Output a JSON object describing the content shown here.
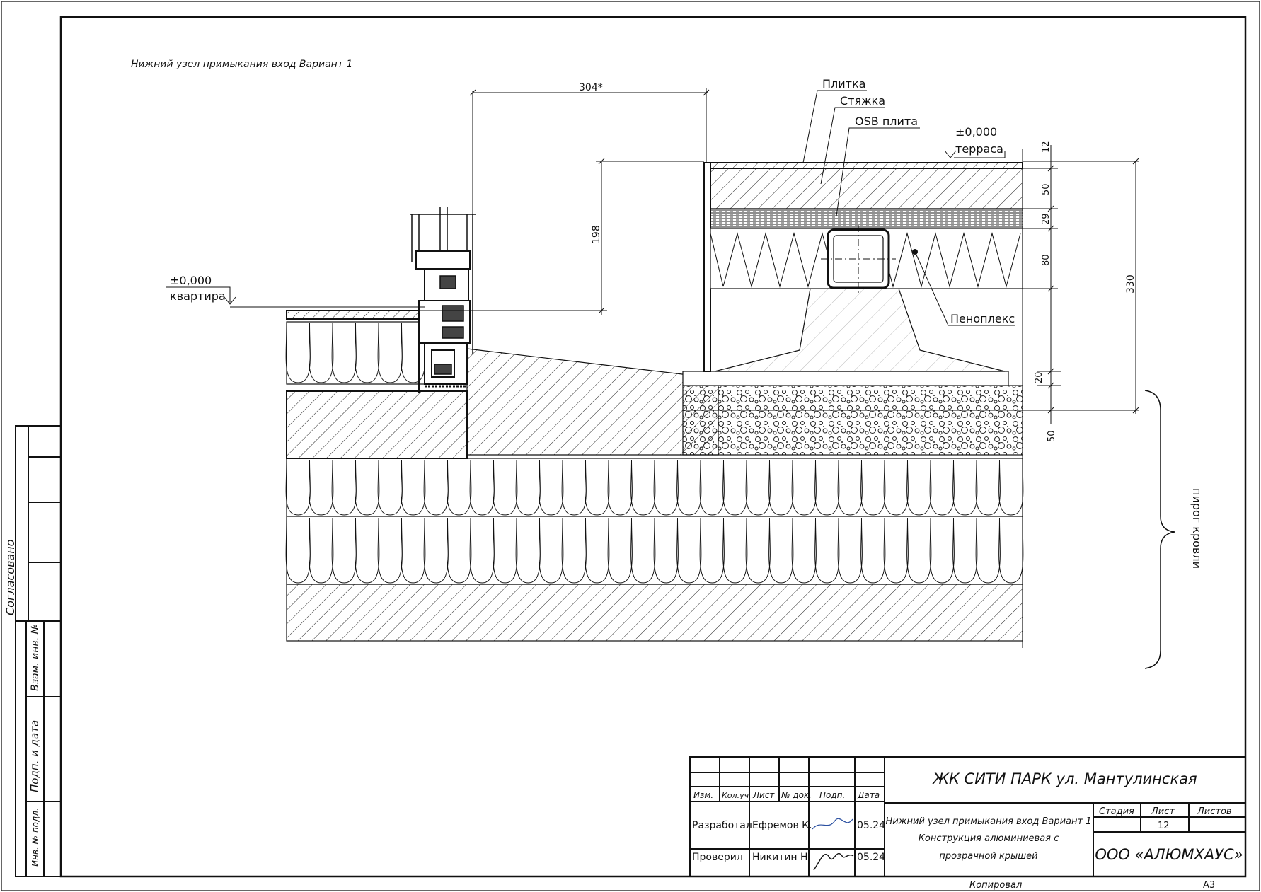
{
  "drawing": {
    "title": "Нижний узел примыкания вход Вариант 1",
    "dim_top": "304*",
    "dim_198": "198",
    "dim_330": "330",
    "dim_12": "12",
    "dim_50a": "50",
    "dim_29": "29",
    "dim_80": "80",
    "dim_20": "20",
    "dim_50b": "50",
    "level_left_value": "±0,000",
    "level_left_name": "квартира",
    "level_right_value": "±0,000",
    "level_right_name": "терраса",
    "callout_tile": "Плитка",
    "callout_screed": "Стяжка",
    "callout_osb": "OSB плита",
    "callout_penoplex": "Пеноплекс",
    "brace_label": "пирог кровли"
  },
  "side_stamp": {
    "agreed": "Согласовано",
    "swap_inv": "Взам. инв. №",
    "sign_date": "Подп. и дата",
    "inv_orig": "Инв. № подл."
  },
  "title_block": {
    "headers": [
      "Изм.",
      "Кол.уч.",
      "Лист",
      "№ док.",
      "Подп.",
      "Дата"
    ],
    "developed_label": "Разработал",
    "developed_name": "Ефремов К.",
    "developed_date": "05.24",
    "checked_label": "Проверил",
    "checked_name": "Никитин Н.",
    "checked_date": "05.24",
    "project": "ЖК СИТИ ПАРК ул. Мантулинская",
    "sheet_title_1": "Нижний узел примыкания вход Вариант 1",
    "sheet_title_2": "Конструкция алюминиевая с",
    "sheet_title_3": "прозрачной крышей",
    "stage_label": "Стадия",
    "sheet_label": "Лист",
    "sheets_label": "Листов",
    "stage_value": "",
    "sheet_value": "12",
    "sheets_value": "",
    "company": "ООО «АЛЮМХАУС»",
    "copied": "Копировал",
    "format": "А3"
  }
}
